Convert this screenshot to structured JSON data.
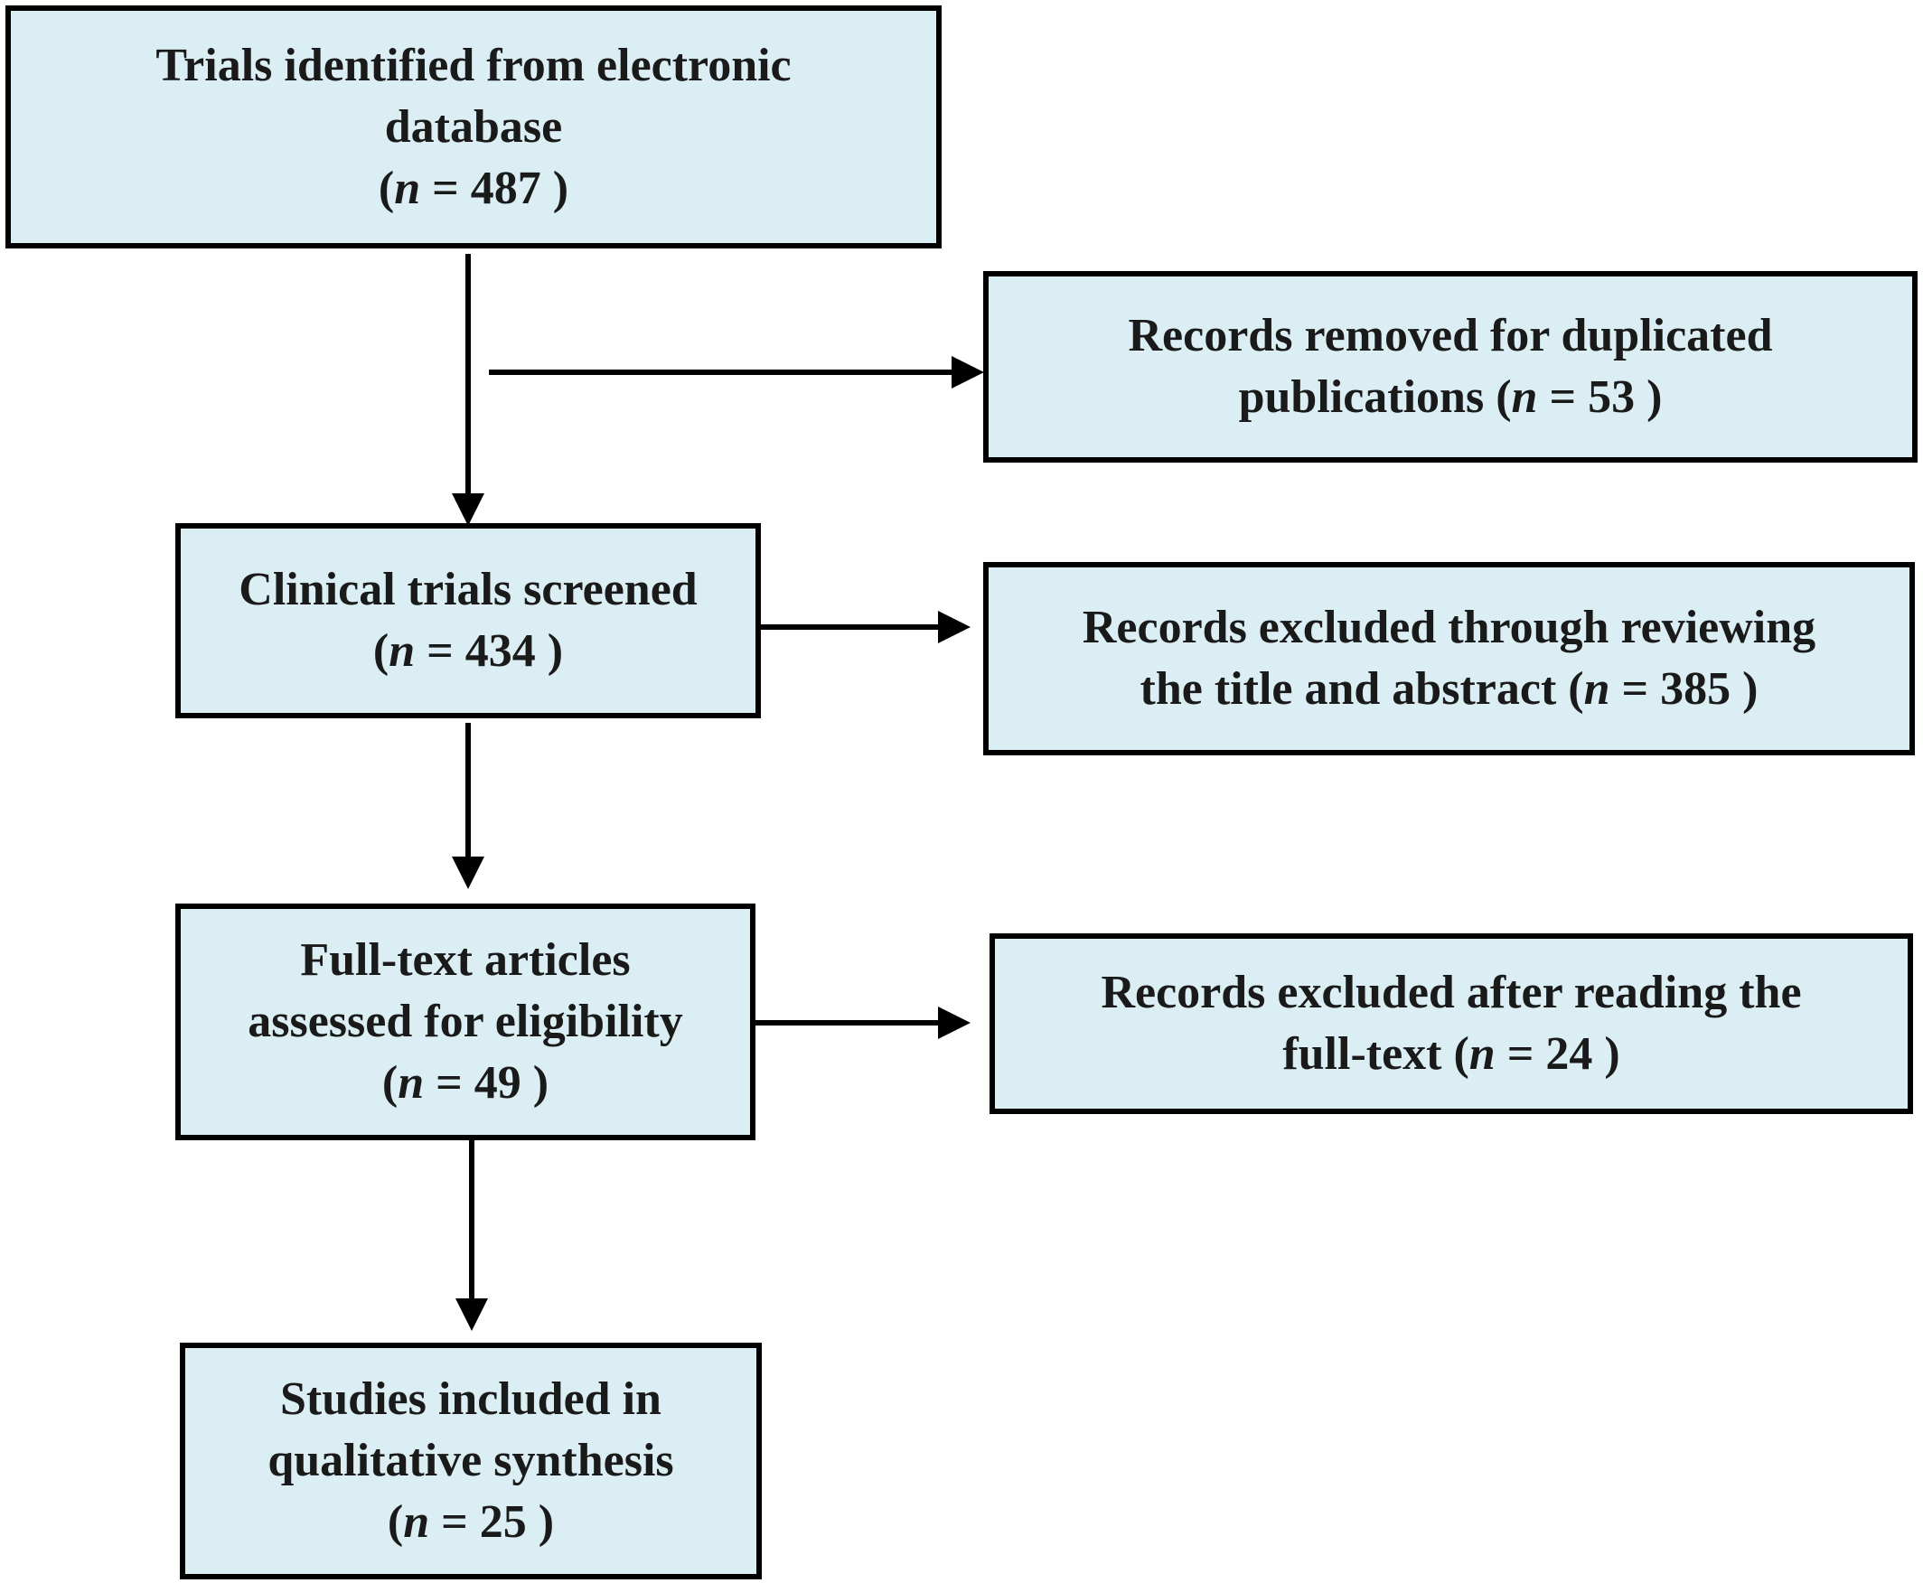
{
  "colors": {
    "box_fill": "#daeef3",
    "border": "#000000",
    "text": "#1a1a1a"
  },
  "boxes": {
    "identified": {
      "lines": [
        "Trials identified from  electronic",
        "database"
      ],
      "count_open": "(",
      "count_var": "n",
      "count_eq": " = 487 )"
    },
    "duplicates": {
      "lines": [
        "Records removed  for duplicated"
      ],
      "last_prefix": "publications (",
      "count_var": "n",
      "count_eq": " = 53 )"
    },
    "screened": {
      "lines": [
        "Clinical trials screened"
      ],
      "count_open": "(",
      "count_var": "n",
      "count_eq": " = 434 )"
    },
    "excluded_title": {
      "lines": [
        "Records excluded through reviewing"
      ],
      "last_prefix": "the title and abstract (",
      "count_var": "n",
      "count_eq": " = 385 )"
    },
    "fulltext": {
      "lines": [
        "Full-text articles",
        "assessed for eligibility"
      ],
      "count_open": "(",
      "count_var": "n",
      "count_eq": " = 49 )"
    },
    "excluded_fulltext": {
      "lines": [
        "Records excluded after reading the"
      ],
      "last_prefix": "full-text (",
      "count_var": "n",
      "count_eq": " = 24 )"
    },
    "included": {
      "lines": [
        "Studies included in",
        "qualitative synthesis"
      ],
      "count_open": "(",
      "count_var": "n",
      "count_eq": " = 25 )"
    }
  }
}
